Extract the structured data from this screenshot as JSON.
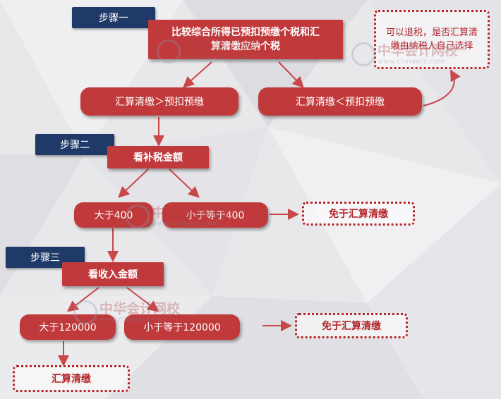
{
  "steps": {
    "step1": "步骤一",
    "step2": "步骤二",
    "step3": "步骤三"
  },
  "nodes": {
    "compare": "比较综合所得已预扣预缴个税和汇算清缴应纳个税",
    "greater_prepaid": "汇算清缴＞预扣预缴",
    "less_prepaid": "汇算清缴＜预扣预缴",
    "refund_note": "可以退税，是否汇算清缴由纳税人自己选择",
    "check_tax": "看补税金额",
    "gt400": "大于400",
    "le400": "小于等于400",
    "exempt1": "免于汇算清缴",
    "check_income": "看收入金额",
    "gt120000": "大于120000",
    "le120000": "小于等于120000",
    "exempt2": "免于汇算清缴",
    "settle": "汇算清缴"
  },
  "watermark": {
    "brand": "中华会计网校",
    "url": "www.chinaacc.com"
  },
  "colors": {
    "box_red": "#c0393b",
    "step_navy": "#1f3a68",
    "dashed_red": "#b3262b",
    "arrow_red": "#c9484a"
  }
}
